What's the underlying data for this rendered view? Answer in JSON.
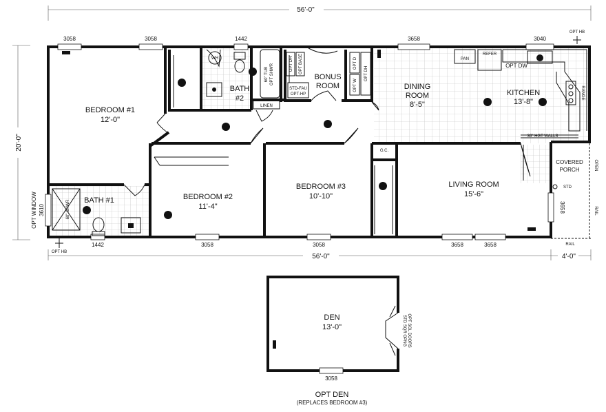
{
  "dimensions": {
    "top_length": "56'-0\"",
    "bottom_length": "56'-0\"",
    "width": "20'-0\"",
    "porch_depth": "4'-0\""
  },
  "windows": {
    "w3058_a": "3058",
    "w3058_b": "3058",
    "w1442_top": "1442",
    "w3658_top": "3658",
    "w3040": "3040",
    "w1442_bottom": "1442",
    "w3058_c": "3058",
    "w3058_d": "3058",
    "w3658_b": "3658",
    "w3658_c": "3658",
    "w3610": "3610",
    "w3658_porch": "3658",
    "w3058_den": "3058"
  },
  "labels": {
    "opt_hb_top": "OPT HB",
    "opt_hb_bottom": "OPT HB",
    "opt_window": "OPT WINDOW",
    "wh": "WH",
    "tub": "60\" TUB",
    "opt_shwr": "OPT SHWR",
    "linen": "LINEN",
    "opt_dh": "OPT DH",
    "opt_base": "OPT BASE",
    "opt_d": "OPT D",
    "opt_w": "OPT W",
    "std_fau_1": "STD-FAU",
    "std_fau_2": "OPT-HP",
    "pan": "PAN",
    "refer": "REFER",
    "opt_dw": "OPT DW",
    "range": "RANGE",
    "hgt_walls": "36\" HGT WALLS",
    "gc": "G.C.",
    "shwr_60": "60\" SHWR",
    "std": "STD",
    "open": "OPEN",
    "rail_side": "RAIL",
    "rail_bottom": "RAIL",
    "den_opening_1": "STD SQR OPNG",
    "den_opening_2": "OPT SGL DOORS"
  },
  "rooms": {
    "bedroom1": {
      "name": "BEDROOM #1",
      "size": "12'-0\""
    },
    "bath2": {
      "name": "BATH",
      "num": "#2"
    },
    "bonus": {
      "name": "BONUS",
      "name2": "ROOM"
    },
    "dining": {
      "name": "DINING",
      "name2": "ROOM",
      "size": "8'-5\""
    },
    "kitchen": {
      "name": "KITCHEN",
      "size": "13'-8\""
    },
    "bedroom2": {
      "name": "BEDROOM #2",
      "size": "11'-4\""
    },
    "bedroom3": {
      "name": "BEDROOM #3",
      "size": "10'-10\""
    },
    "living": {
      "name": "LIVING ROOM",
      "size": "15'-6\""
    },
    "porch": {
      "name": "COVERED",
      "name2": "PORCH"
    },
    "bath1": {
      "name": "BATH #1"
    },
    "den": {
      "name": "DEN",
      "size": "13'-0\""
    }
  },
  "den_caption": {
    "title": "OPT DEN",
    "subtitle": "(REPLACES BEDROOM #3)"
  }
}
